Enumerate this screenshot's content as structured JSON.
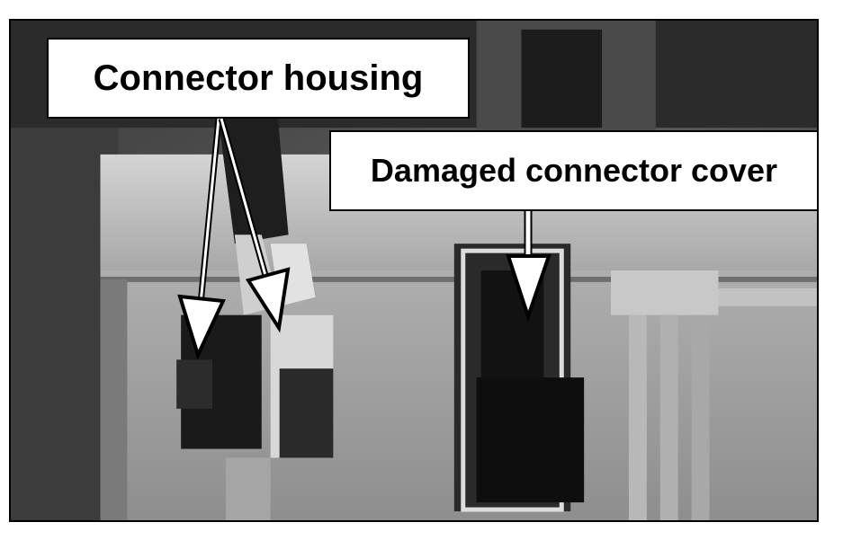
{
  "image": {
    "mode": "grayscale photograph"
  },
  "callouts": {
    "housing_label": "Connector housing",
    "cover_label": "Damaged connector cover"
  },
  "colors": {
    "label_background": "#ffffff",
    "label_text": "#000000",
    "arrow_fill": "#ffffff",
    "arrow_outline": "#000000"
  }
}
